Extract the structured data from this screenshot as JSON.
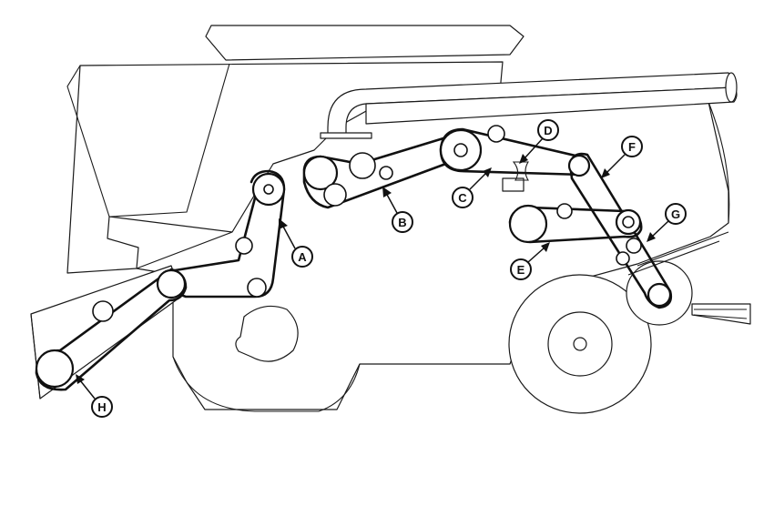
{
  "callouts": [
    {
      "id": "A",
      "label": "A"
    },
    {
      "id": "B",
      "label": "B"
    },
    {
      "id": "C",
      "label": "C"
    },
    {
      "id": "D",
      "label": "D"
    },
    {
      "id": "E",
      "label": "E"
    },
    {
      "id": "F",
      "label": "F"
    },
    {
      "id": "G",
      "label": "G"
    },
    {
      "id": "H",
      "label": "H"
    }
  ],
  "colors": {
    "line": "#111111",
    "background": "#ffffff"
  }
}
